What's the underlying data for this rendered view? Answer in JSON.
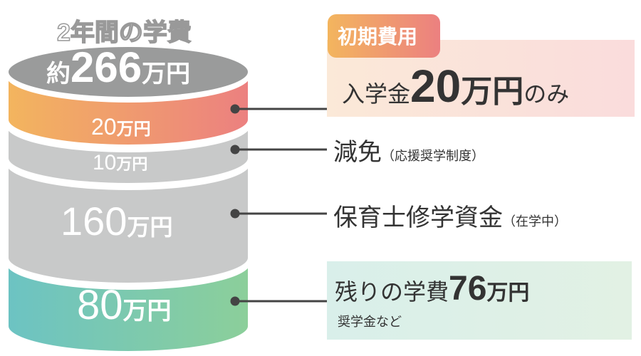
{
  "header": {
    "title": "2年間の学費",
    "total_prefix": "約",
    "total_value": "266",
    "total_unit": "万円"
  },
  "layers": [
    {
      "value": "20",
      "unit": "万円",
      "colors": [
        "#f3b55e",
        "#ec8080"
      ]
    },
    {
      "value": "10",
      "unit": "万円",
      "colors": [
        "#c8c9c9",
        "#c8c9c9"
      ]
    },
    {
      "value": "160",
      "unit": "万円",
      "colors": [
        "#c8c9c9",
        "#c8c9c9"
      ]
    },
    {
      "value": "80",
      "unit": "万円",
      "colors": [
        "#6cc3c3",
        "#8ccf9a"
      ]
    }
  ],
  "labels": {
    "initial": {
      "badge": "初期費用",
      "prefix": "入学金",
      "value": "20",
      "unit": "万円",
      "suffix": "のみ"
    },
    "reduction": {
      "main": "減免",
      "note": "（応援奨学制度）"
    },
    "loan": {
      "main": "保育士修学資金",
      "note": "（在学中）"
    },
    "remaining": {
      "prefix": "残りの学費",
      "value": "76",
      "unit": "万円",
      "note": "奨学金など"
    }
  },
  "colors": {
    "top": "#9a9b9b",
    "line": "#444444"
  }
}
